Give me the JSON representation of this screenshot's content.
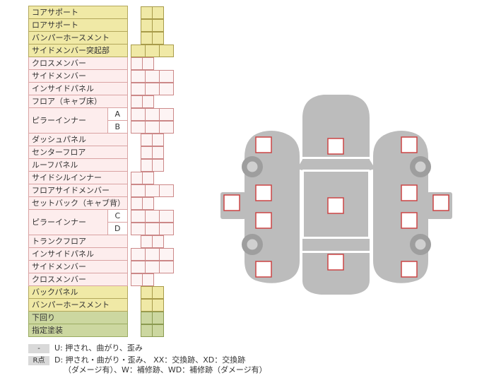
{
  "colors": {
    "yellow_bg": "#f0e9a6",
    "yellow_border": "#b3a75c",
    "yellow_cell_border": "#a89b4a",
    "pink_bg": "#fdeded",
    "pink_border": "#d9a3a3",
    "pink_cell_bg": "#fdf4f4",
    "pink_cell_border": "#cc8888",
    "green_bg": "#ccd7a0",
    "green_border": "#9aab61",
    "green_cell_border": "#8a9a50",
    "car_gray": "#bcbcbc",
    "wheel_gray": "#9e9e9e",
    "wheel_center_gray": "#d0d0d0",
    "marker_border_red": "#cc4444",
    "badge_bg": "#d9d9d9",
    "text": "#333333"
  },
  "table": {
    "rows": [
      {
        "label": "コアサポート",
        "type": "yellow",
        "cells": 2,
        "offset": 14
      },
      {
        "label": "ロアサポート",
        "type": "yellow",
        "cells": 2,
        "offset": 14
      },
      {
        "label": "バンパーホースメント",
        "type": "yellow",
        "cells": 2,
        "offset": 14
      },
      {
        "label": "サイドメンバー突起部",
        "type": "yellow",
        "cells": 3,
        "offset": 0
      },
      {
        "label": "クロスメンバー",
        "type": "pink",
        "cells": 2,
        "offset": 0
      },
      {
        "label": "サイドメンバー",
        "type": "pink",
        "cells": 3,
        "offset": 0
      },
      {
        "label": "インサイドパネル",
        "type": "pink",
        "cells": 3,
        "offset": 0
      },
      {
        "label": "フロア（キャブ床）",
        "type": "pink",
        "cells": 2,
        "offset": 0
      },
      {
        "label": "ピラーインナー",
        "sub": "A",
        "group": "start",
        "type": "pink",
        "cells": 3,
        "offset": 0
      },
      {
        "sub": "B",
        "group": "end",
        "type": "pink",
        "cells": 3,
        "offset": 0
      },
      {
        "label": "ダッシュパネル",
        "type": "pink",
        "cells": 2,
        "offset": 14
      },
      {
        "label": "センターフロア",
        "type": "pink",
        "cells": 2,
        "offset": 14
      },
      {
        "label": "ルーフパネル",
        "type": "pink",
        "cells": 2,
        "offset": 14
      },
      {
        "label": "サイドシルインナー",
        "type": "pink",
        "cells": 2,
        "offset": 0
      },
      {
        "label": "フロアサイドメンバー",
        "type": "pink",
        "cells": 3,
        "offset": 0
      },
      {
        "label": "セットバック（キャブ背）",
        "type": "pink",
        "cells": 2,
        "offset": 0
      },
      {
        "label": "ピラーインナー",
        "sub": "C",
        "group": "start",
        "type": "pink",
        "cells": 3,
        "offset": 0
      },
      {
        "sub": "D",
        "group": "end",
        "type": "pink",
        "cells": 3,
        "offset": 0
      },
      {
        "label": "トランクフロア",
        "type": "pink",
        "cells": 2,
        "offset": 14
      },
      {
        "label": "インサイドパネル",
        "type": "pink",
        "cells": 3,
        "offset": 0
      },
      {
        "label": "サイドメンバー",
        "type": "pink",
        "cells": 3,
        "offset": 0
      },
      {
        "label": "クロスメンバー",
        "type": "pink",
        "cells": 2,
        "offset": 0
      },
      {
        "label": "バックパネル",
        "type": "yellow",
        "cells": 2,
        "offset": 14
      },
      {
        "label": "バンパーホースメント",
        "type": "yellow",
        "cells": 2,
        "offset": 14
      },
      {
        "label": "下回り",
        "type": "green",
        "cells": 2,
        "offset": 14
      },
      {
        "label": "指定塗装",
        "type": "green",
        "cells": 2,
        "offset": 14
      }
    ]
  },
  "diagram": {
    "marker_names": [
      "marker-hood-center",
      "marker-roof-center",
      "marker-trunk-center",
      "marker-left-front-fender",
      "marker-left-front-door",
      "marker-left-rear-door",
      "marker-left-rear-fender",
      "marker-left-sill",
      "marker-right-front-fender",
      "marker-right-front-door",
      "marker-right-rear-door",
      "marker-right-rear-fender",
      "marker-right-sill"
    ]
  },
  "legend": {
    "rows": [
      {
        "badge": "-",
        "text": "U: 押され、曲がり、歪み"
      },
      {
        "badge": "R点",
        "text": "D: 押され・曲がり・歪み、 XX：交換跡、XD：交換跡",
        "text2": "（ダメージ有）、W：補修跡、WD：補修跡（ダメージ有）"
      }
    ]
  }
}
